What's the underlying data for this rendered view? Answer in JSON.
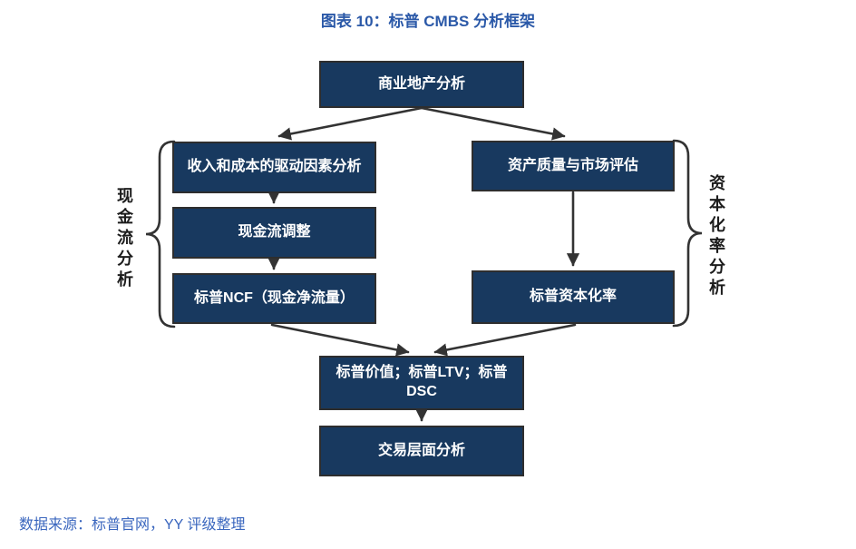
{
  "title": "图表 10：标普 CMBS 分析框架",
  "source": "数据来源：标普官网，YY 评级整理",
  "colors": {
    "box_fill": "#18395F",
    "box_border": "#2E2E2E",
    "arrow": "#333333",
    "title_text": "#2B59A8",
    "source_text": "#3A66BE",
    "box_text": "#FFFFFF"
  },
  "flowchart": {
    "top_box": "商业地产分析",
    "left_branch": {
      "brace_label": "现金流分析",
      "box1": "收入和成本的驱动因素分析",
      "box2": "现金流调整",
      "box3": "标普NCF（现金净流量）"
    },
    "right_branch": {
      "brace_label": "资本化率分析",
      "box1": "资产质量与市场评估",
      "box2": "标普资本化率"
    },
    "converge_box": "标普价值；标普LTV；标普DSC",
    "bottom_box": "交易层面分析"
  }
}
